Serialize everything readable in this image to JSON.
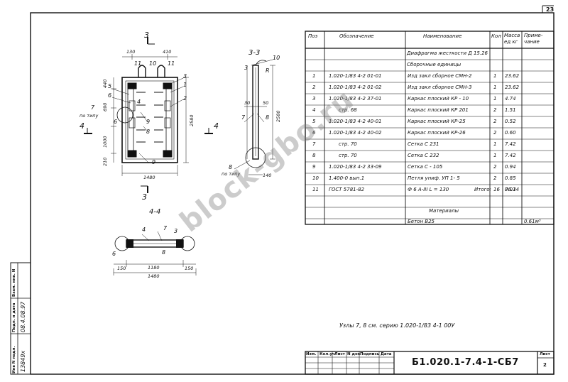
{
  "sheet_number": "23",
  "sections": {
    "s33": "3-3",
    "s44": "4-4",
    "mark3": "3",
    "mark4": "4"
  },
  "plan_labels": {
    "d130": "130",
    "d410": "410",
    "n10": "10",
    "n11": "11",
    "n3": "3",
    "n1": "1",
    "n2": "2",
    "n4": "4",
    "n5": "5",
    "n6": "6",
    "n7": "7",
    "n8": "8",
    "n9": "9",
    "po_tipu": "по типу",
    "d440": "440",
    "d690": "690",
    "d1000": "1000",
    "d210": "210",
    "d2580": "2580",
    "d1480": "1480"
  },
  "section33_labels": {
    "n10": "10",
    "n3": "3",
    "r": "R",
    "d30": "30",
    "d50": "50",
    "n7": "7",
    "n8": "8",
    "d2580": "2580",
    "n8b": "8",
    "po_tipu": "по типу",
    "d140": "140"
  },
  "section44_labels": {
    "n4": "4",
    "n7": "7",
    "n3": "3",
    "n6": "6",
    "n8": "8",
    "d150a": "150",
    "d1180": "1180",
    "d150b": "150",
    "d1480": "1480"
  },
  "spec_table": {
    "headers": {
      "pos": "Поз",
      "designation": "Обозначение",
      "name": "Наименование",
      "qty": "Кол",
      "mass": "Масса ед кг",
      "note": "Приме-чание"
    },
    "title_row": "Диафрагма жесткости Д 15.26",
    "group1": "Сборочные единицы",
    "rows": [
      {
        "pos": "1",
        "designation": "1.020-1/83 4-2 01-01",
        "name": "Изд закл сборное СМН-2",
        "qty": "1",
        "mass": "23.62"
      },
      {
        "pos": "2",
        "designation": "1.020-1/83 4-2 01-02",
        "name": "Изд закл сборное СМН-3",
        "qty": "1",
        "mass": "23.62"
      },
      {
        "pos": "3",
        "designation": "1.020-1/83 4-2 37-01",
        "name": "Каркас плоский КР - 10",
        "qty": "1",
        "mass": "4.74"
      },
      {
        "pos": "4",
        "designation": "стр. 68",
        "name": "Каркас плоский КР 201",
        "qty": "2",
        "mass": "1.51"
      },
      {
        "pos": "5",
        "designation": "1.020-1/83 4-2 40-01",
        "name": "Каркас плоский КР-25",
        "qty": "2",
        "mass": "0.52"
      },
      {
        "pos": "6",
        "designation": "1.020-1/83 4-2 40-02",
        "name": "Каркас плоский КР-26",
        "qty": "2",
        "mass": "0.60"
      },
      {
        "pos": "7",
        "designation": "стр. 70",
        "name": "Сетка С 231",
        "qty": "1",
        "mass": "7.42"
      },
      {
        "pos": "8",
        "designation": "стр. 70",
        "name": "Сетка С 232",
        "qty": "1",
        "mass": "7.42"
      },
      {
        "pos": "9",
        "designation": "1.020-1/83 4-2 33-09",
        "name": "Сетка С - 105",
        "qty": "2",
        "mass": "0.94"
      },
      {
        "pos": "10",
        "designation": "1.400-0 вып.1",
        "name": "Петля униф. УП 1- 5",
        "qty": "2",
        "mass": "0.85"
      },
      {
        "pos": "11",
        "designation": "ГОСТ 5781-82",
        "name": "Ф 6 А-III   L = 130",
        "qty": "16",
        "mass": "0.03"
      }
    ],
    "total_label": "Итого:",
    "total_value": "76.14",
    "group2": "Материалы",
    "material_name": "Бетон В25",
    "material_note": "0.61м³"
  },
  "note_text": "Узлы 7, 8 см.  серию 1.020-1/83 4-1 00У",
  "stamp": {
    "headers": [
      "Изм.",
      "Кол.уч",
      "Лист",
      "N док",
      "Подпись",
      "Дата"
    ],
    "code": "Б1.020.1-7.4-1-СБ7",
    "sheet_label": "Лист",
    "sheet_value": "2"
  },
  "side_stamp": {
    "inv_podl": "Инв N подл.",
    "podp_data": "Подп. и дата",
    "vzam_inv": "Взам. инв. N",
    "inv_value": "13849х",
    "date_value": "08.4.08.97"
  },
  "watermark": "block-gbo.ru"
}
